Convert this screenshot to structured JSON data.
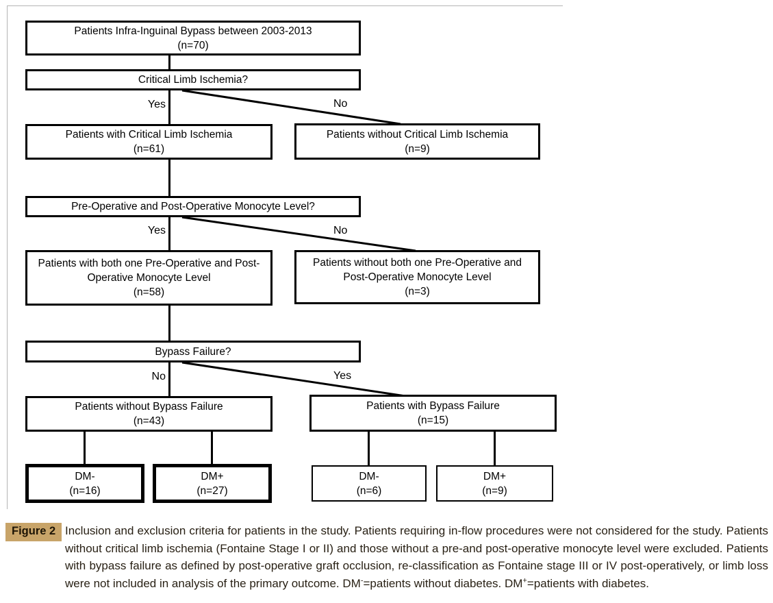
{
  "figure": {
    "nodes": {
      "root": {
        "text": "Patients Infra-Inguinal Bypass between 2003-2013",
        "n": "(n=70)"
      },
      "q1": {
        "text": "Critical Limb Ischemia?"
      },
      "with_cli": {
        "text": "Patients with Critical Limb Ischemia",
        "n": "(n=61)"
      },
      "without_cli": {
        "text": "Patients without Critical Limb Ischemia",
        "n": "(n=9)"
      },
      "q2": {
        "text": "Pre-Operative and Post-Operative Monocyte Level?"
      },
      "with_mono": {
        "text": "Patients with both one Pre-Operative and Post-Operative Monocyte Level",
        "n": "(n=58)"
      },
      "without_mono": {
        "text": "Patients without both one Pre-Operative and Post-Operative Monocyte Level",
        "n": "(n=3)"
      },
      "q3": {
        "text": "Bypass Failure?"
      },
      "without_bf": {
        "text": "Patients without Bypass Failure",
        "n": "(n=43)"
      },
      "with_bf": {
        "text": "Patients with Bypass Failure",
        "n": "(n=15)"
      },
      "dm_neg_nobf": {
        "text": "DM-",
        "n": "(n=16)"
      },
      "dm_pos_nobf": {
        "text": "DM+",
        "n": "(n=27)"
      },
      "dm_neg_bf": {
        "text": "DM-",
        "n": "(n=6)"
      },
      "dm_pos_bf": {
        "text": "DM+",
        "n": "(n=9)"
      }
    },
    "branch_labels": {
      "q1_yes": "Yes",
      "q1_no": "No",
      "q2_yes": "Yes",
      "q2_no": "No",
      "q3_no": "No",
      "q3_yes": "Yes"
    },
    "line_color": "#000000",
    "frame_color": "#b4b4b4"
  },
  "caption": {
    "label": "Figure 2",
    "label_bg": "#c8a469",
    "seg1": "Inclusion and exclusion criteria for patients in the study. Patients requiring in-flow procedures were not considered for the study. Patients without critical limb ischemia (Fontaine Stage I or II) and those without a pre-and post-operative monocyte level were excluded. Patients with bypass failure as defined by post-operative graft occlusion, re-classification as Fontaine stage III or IV post-operatively, or limb loss were not included in analysis  of the primary outcome. DM",
    "sup_minus": "-",
    "seg2": "=patients without diabetes. DM",
    "sup_plus": "+",
    "seg3": "=patients with diabetes."
  }
}
